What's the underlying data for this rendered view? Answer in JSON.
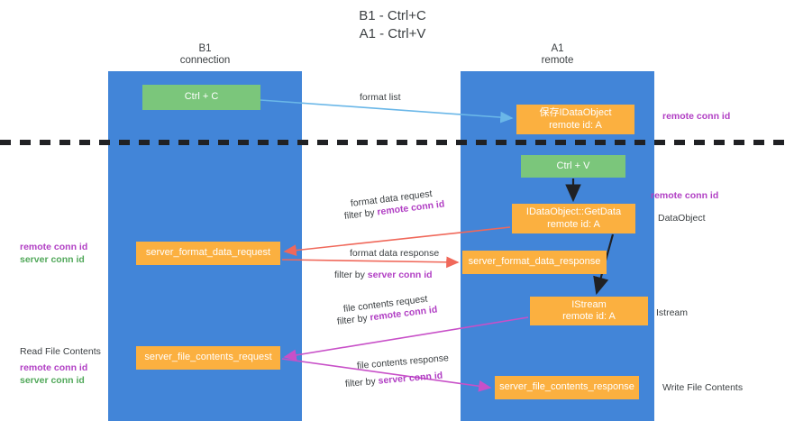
{
  "title": "B1 - Ctrl+C\nA1 - Ctrl+V",
  "title_line1": "B1 - Ctrl+C",
  "title_line2": "A1 - Ctrl+V",
  "colors": {
    "lane": "#4285d8",
    "green_node": "#7bc67b",
    "orange_node": "#fbb040",
    "purple_text": "#b13fc4",
    "green_text": "#51a85a",
    "blue_arrow": "#6ab7e8",
    "red_arrow": "#f0685a",
    "magenta_arrow": "#c850c8",
    "black_arrow": "#202124"
  },
  "lanes": [
    {
      "id": "b1",
      "line1": "B1",
      "line2": "connection"
    },
    {
      "id": "a1",
      "line1": "A1",
      "line2": "remote"
    }
  ],
  "nodes": {
    "ctrl_c": {
      "line1": "Ctrl + C",
      "line2": ""
    },
    "save_dataobject": {
      "line1": "保存IDataObject",
      "line2": "remote id: A"
    },
    "ctrl_v": {
      "line1": "Ctrl + V",
      "line2": ""
    },
    "getdata": {
      "line1": "IDataObject::GetData",
      "line2": "remote id: A"
    },
    "server_format_data_request": {
      "line1": "server_format_data_request",
      "line2": ""
    },
    "server_format_data_response": {
      "line1": "server_format_data_response",
      "line2": ""
    },
    "istream": {
      "line1": "IStream",
      "line2": "remote id: A"
    },
    "server_file_contents_request": {
      "line1": "server_file_contents_request",
      "line2": ""
    },
    "server_file_contents_response": {
      "line1": "server_file_contents_response",
      "line2": ""
    }
  },
  "annotations": {
    "right_remote_conn_id_1": "remote conn id",
    "right_remote_conn_id_2": "remote conn id",
    "right_dataobject": "DataObject",
    "right_istream": "Istream",
    "right_write_file_contents": "Write File Contents",
    "left_remote_conn_id_1": "remote conn id",
    "left_server_conn_id_1": "server conn id",
    "left_read_file_contents": "Read File Contents",
    "left_remote_conn_id_2": "remote conn id",
    "left_server_conn_id_2": "server conn id"
  },
  "edge_labels": {
    "format_list": "format list",
    "format_data_request": "format data request",
    "format_data_request_filter_prefix": "filter by ",
    "format_data_request_filter_key": "remote conn id",
    "format_data_response": "format data response",
    "format_data_response_filter_prefix": "filter by ",
    "format_data_response_filter_key": "server conn id",
    "file_contents_request": "file contents request",
    "file_contents_request_filter_prefix": "filter by ",
    "file_contents_request_filter_key": "remote conn id",
    "file_contents_response": "file contents response",
    "file_contents_response_filter_prefix": "filter by ",
    "file_contents_response_filter_key": "server conn id"
  }
}
